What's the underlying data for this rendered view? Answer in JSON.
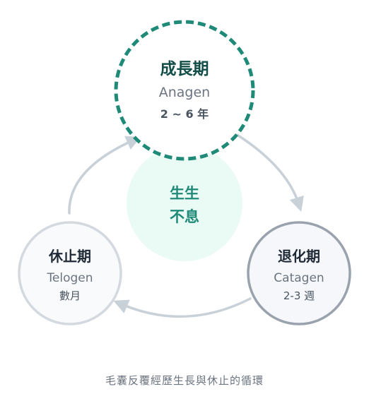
{
  "center": {
    "line1": "生生",
    "line2": "不息",
    "text_color": "#1f8a78",
    "fill": "#eafaf5"
  },
  "phases": {
    "anagen": {
      "title": "成長期",
      "subtitle": "Anagen",
      "duration": "2 ~ 6 年",
      "stroke": "#1f8a78",
      "fill": "#ffffff",
      "title_color": "#134e48"
    },
    "catagen": {
      "title": "退化期",
      "subtitle": "Catagen",
      "duration": "2-3 週",
      "stroke": "#9aa3ad",
      "fill": "#f5f7fa",
      "title_color": "#1f2a36"
    },
    "telogen": {
      "title": "休止期",
      "subtitle": "Telogen",
      "duration": "數月",
      "stroke": "#d3d9df",
      "fill": "#f8fafc",
      "title_color": "#1f2a36"
    }
  },
  "arrow_color": "#c8d0d8",
  "caption": "毛囊反覆經歷生長與休止的循環"
}
